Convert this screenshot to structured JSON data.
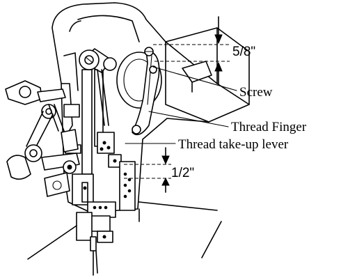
{
  "labels": {
    "measure_top": "5/8\"",
    "screw": "Screw",
    "thread_finger": "Thread Finger",
    "take_up_lever": "Thread take-up lever",
    "measure_bottom": "1/2\""
  }
}
